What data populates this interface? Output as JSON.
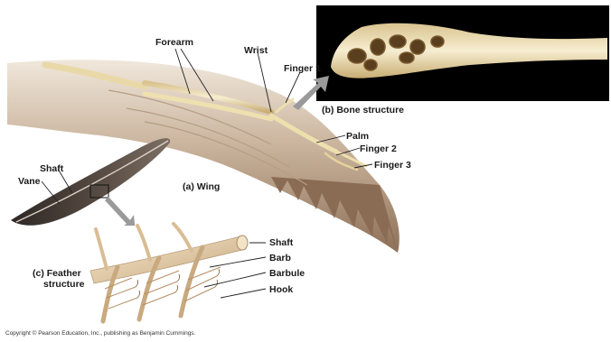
{
  "labels": {
    "forearm": "Forearm",
    "wrist": "Wrist",
    "finger1": "Finger 1",
    "bone_structure": "(b) Bone structure",
    "palm": "Palm",
    "finger2": "Finger 2",
    "finger3": "Finger 3",
    "shaft_top": "Shaft",
    "vane": "Vane",
    "wing": "(a) Wing",
    "shaft_bottom": "Shaft",
    "barb": "Barb",
    "barbule": "Barbule",
    "hook": "Hook",
    "feather_structure_line1": "(c) Feather",
    "feather_structure_line2": "structure"
  },
  "copyright": "Copyright © Pearson Education, Inc., publishing as Benjamin Cummings.",
  "colors": {
    "wing_feather": "#a98c72",
    "wing_light": "#e8dccb",
    "bone": "#f3e6b8",
    "bone_panel_bg": "#000000",
    "arrow": "#9a9a9a",
    "feather_dark": "#3b3430"
  }
}
